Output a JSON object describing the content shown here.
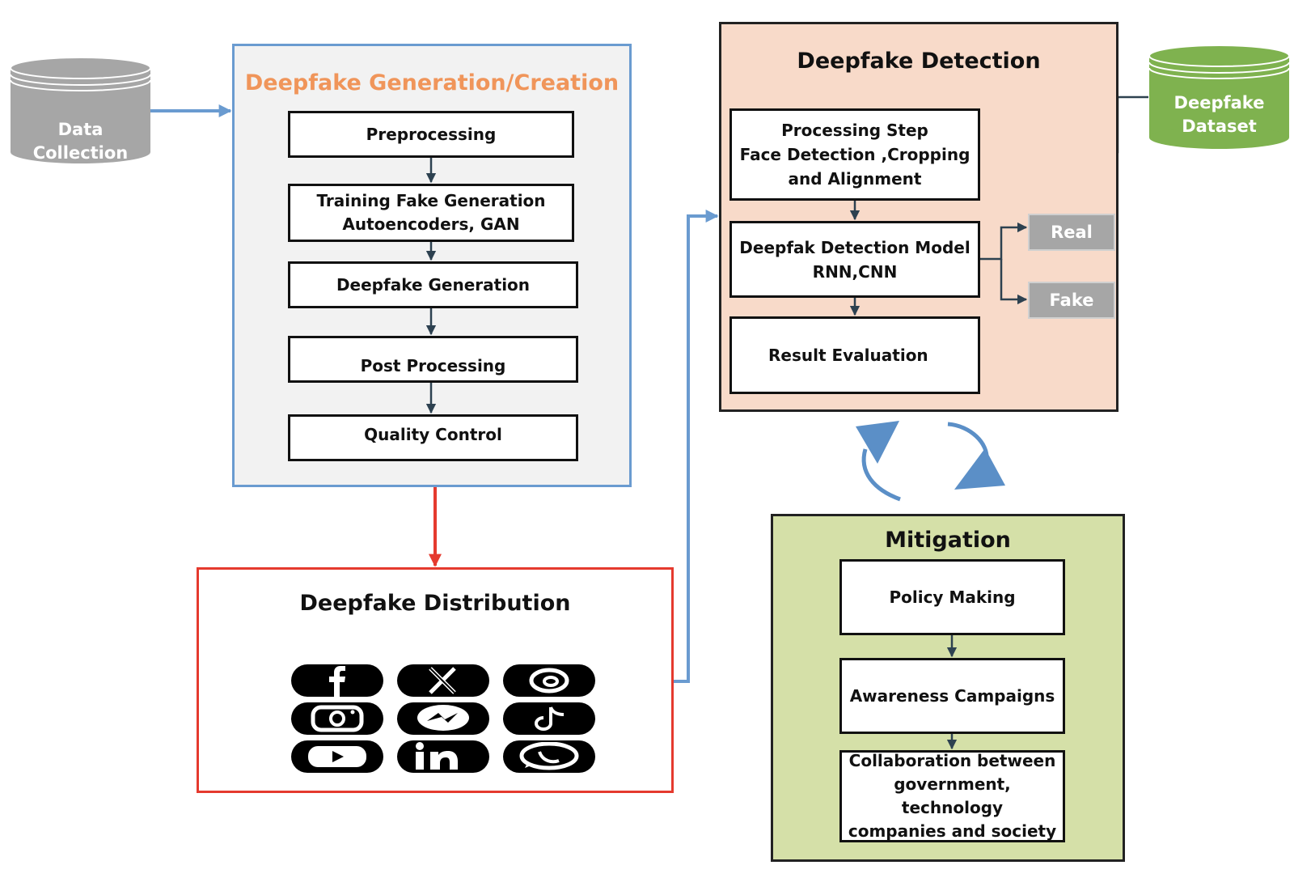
{
  "data_collection": "Data Collection",
  "generation": {
    "title": "Deepfake Generation/Creation",
    "steps": [
      "Preprocessing",
      "Training Fake Generation\nAutoencoders, GAN",
      "Deepfake Generation",
      "Post Processing",
      "Quality Control"
    ]
  },
  "distribution": {
    "title": "Deepfake Distribution",
    "platform_icons": [
      "facebook-icon",
      "x-icon",
      "threads-icon",
      "instagram-icon",
      "messenger-icon",
      "tiktok-icon",
      "youtube-icon",
      "linkedin-icon",
      "whatsapp-icon"
    ]
  },
  "detection": {
    "title": "Deepfake Detection",
    "steps": [
      "Processing Step\nFace Detection ,Cropping\nand Alignment",
      "Deepfak Detection Model\nRNN,CNN",
      "Result Evaluation"
    ],
    "outputs": [
      "Real",
      "Fake"
    ]
  },
  "dataset": "Deepfake\nDataset",
  "mitigation": {
    "title": "Mitigation",
    "steps": [
      "Policy Making",
      "Awareness Campaigns",
      "Collaboration between\ngovernment, technology\ncompanies and society"
    ]
  },
  "colors": {
    "generation_border": "#6a9bd0",
    "generation_title": "#f0955a",
    "distribution_border": "#e53a2e",
    "detection_fill": "#f8dac9",
    "mitigation_fill": "#d5e0a8",
    "dataset_fill": "#7fb24f",
    "collection_fill": "#a6a6a6",
    "cycle_arrows": "#5b8fc7"
  }
}
